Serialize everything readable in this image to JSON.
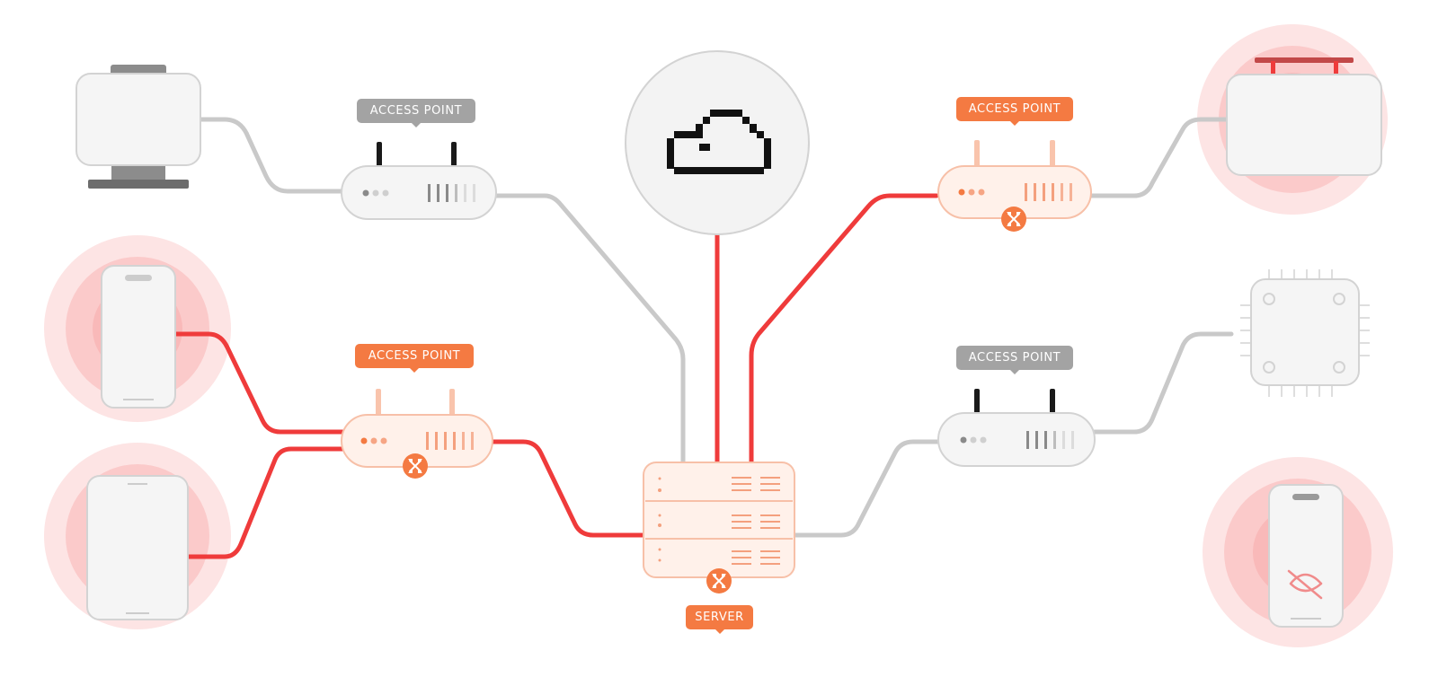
{
  "labels": {
    "ap_top_left": "ACCESS POINT",
    "ap_mid_left": "ACCESS POINT",
    "ap_top_right": "ACCESS POINT",
    "ap_mid_right": "ACCESS POINT",
    "server": "SERVER"
  },
  "icons": {
    "cloud": "pixel-cloud-icon",
    "connect": "connect-arrows-icon",
    "no_signal": "eye-off-icon"
  },
  "colors": {
    "active_line": "#ef3b3b",
    "inactive_line": "#c9c9c9",
    "accent": "#f47a42",
    "active_ring": "#fcd9d9",
    "device_fill": "#f5f5f5"
  }
}
